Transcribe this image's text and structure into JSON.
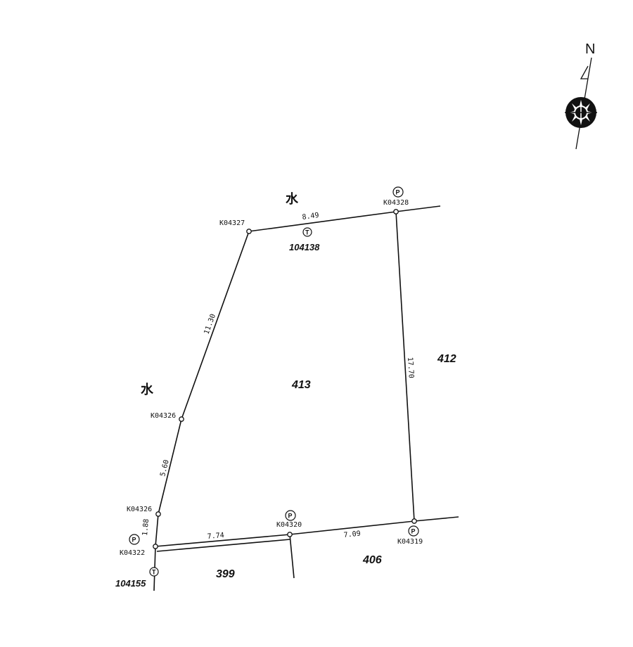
{
  "north": {
    "label": "N",
    "icon": "compass-rose-icon"
  },
  "water": {
    "label": "水"
  },
  "parcels": {
    "main": "413",
    "east": "412",
    "south_west": "399",
    "south_east": "406"
  },
  "points": {
    "K04327": "K04327",
    "K04328": "K04328",
    "K04326a": "K04326",
    "K04326b": "K04326",
    "K04322": "K04322",
    "K04320": "K04320",
    "K04319": "K04319"
  },
  "distances": {
    "top": "8.49",
    "left_upper": "11.30",
    "left_lower": "5.60",
    "left_short": "1.88",
    "right": "17.70",
    "bottom_left": "7.74",
    "bottom_right": "7.09"
  },
  "references": {
    "top": "104138",
    "bottom": "104155"
  },
  "marks": {
    "p": "P",
    "t": "T"
  }
}
